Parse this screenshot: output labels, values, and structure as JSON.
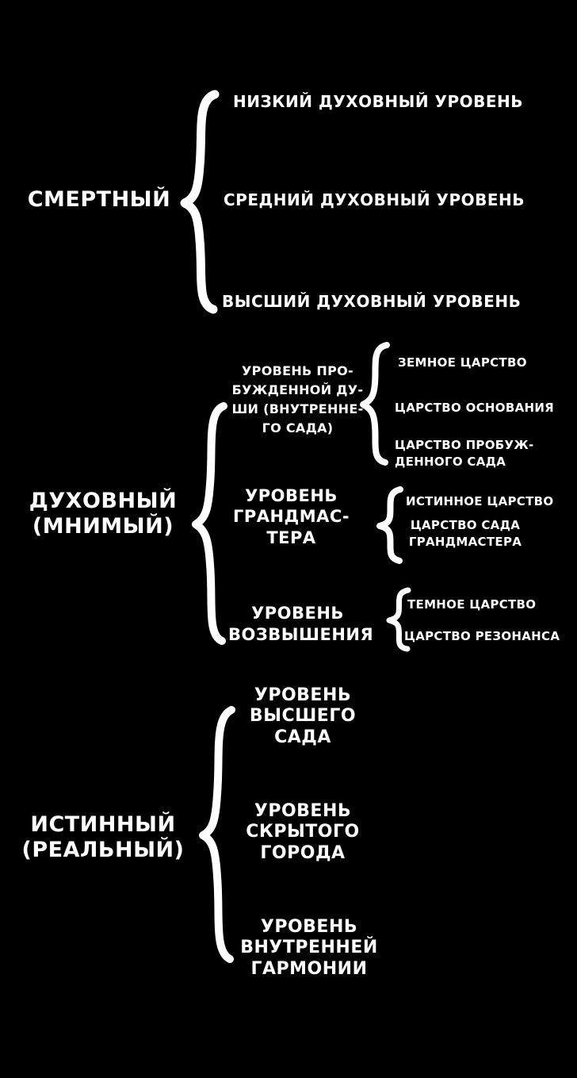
{
  "colors": {
    "background": "#000000",
    "ink": "#ffffff"
  },
  "sections": [
    {
      "id": "mortal",
      "label": "СМЕРТНЫЙ",
      "items": [
        {
          "label": "НИЗКИЙ ДУХОВНЫЙ УРОВЕНЬ"
        },
        {
          "label": "СРЕДНИЙ ДУХОВНЫЙ УРОВЕНЬ"
        },
        {
          "label": "ВЫСШИЙ ДУХОВНЫЙ УРОВЕНЬ"
        }
      ]
    },
    {
      "id": "spiritual-imaginary",
      "label": "ДУХОВНЫЙ\n(МНИМЫЙ)",
      "items": [
        {
          "label": "УРОВЕНЬ ПРО-\nБУЖДЕННОЙ ДУ-\nШИ (ВНУТРЕННЕ-\nГО САДА)",
          "subitems": [
            {
              "label": "ЗЕМНОЕ ЦАРСТВО"
            },
            {
              "label": "ЦАРСТВО ОСНОВАНИЯ"
            },
            {
              "label": "ЦАРСТВО ПРОБУЖ-\nДЕННОГО САДА"
            }
          ]
        },
        {
          "label": "УРОВЕНЬ\nГРАНДМАС-\nТЕРА",
          "subitems": [
            {
              "label": "ИСТИННОЕ ЦАРСТВО"
            },
            {
              "label": "ЦАРСТВО САДА\nГРАНДМАСТЕРА"
            }
          ]
        },
        {
          "label": "УРОВЕНЬ\nВОЗВЫШЕНИЯ",
          "subitems": [
            {
              "label": "ТЕМНОЕ ЦАРСТВО"
            },
            {
              "label": "ЦАРСТВО РЕЗОНАНСА"
            }
          ]
        }
      ]
    },
    {
      "id": "true-real",
      "label": "ИСТИННЫЙ\n(РЕАЛЬНЫЙ)",
      "items": [
        {
          "label": "УРОВЕНЬ\nВЫСШЕГО\nСАДА"
        },
        {
          "label": "УРОВЕНЬ\nСКРЫТОГО\nГОРОДА"
        },
        {
          "label": "УРОВЕНЬ\nВНУТРЕННЕЙ\nГАРМОНИИ"
        }
      ]
    }
  ]
}
